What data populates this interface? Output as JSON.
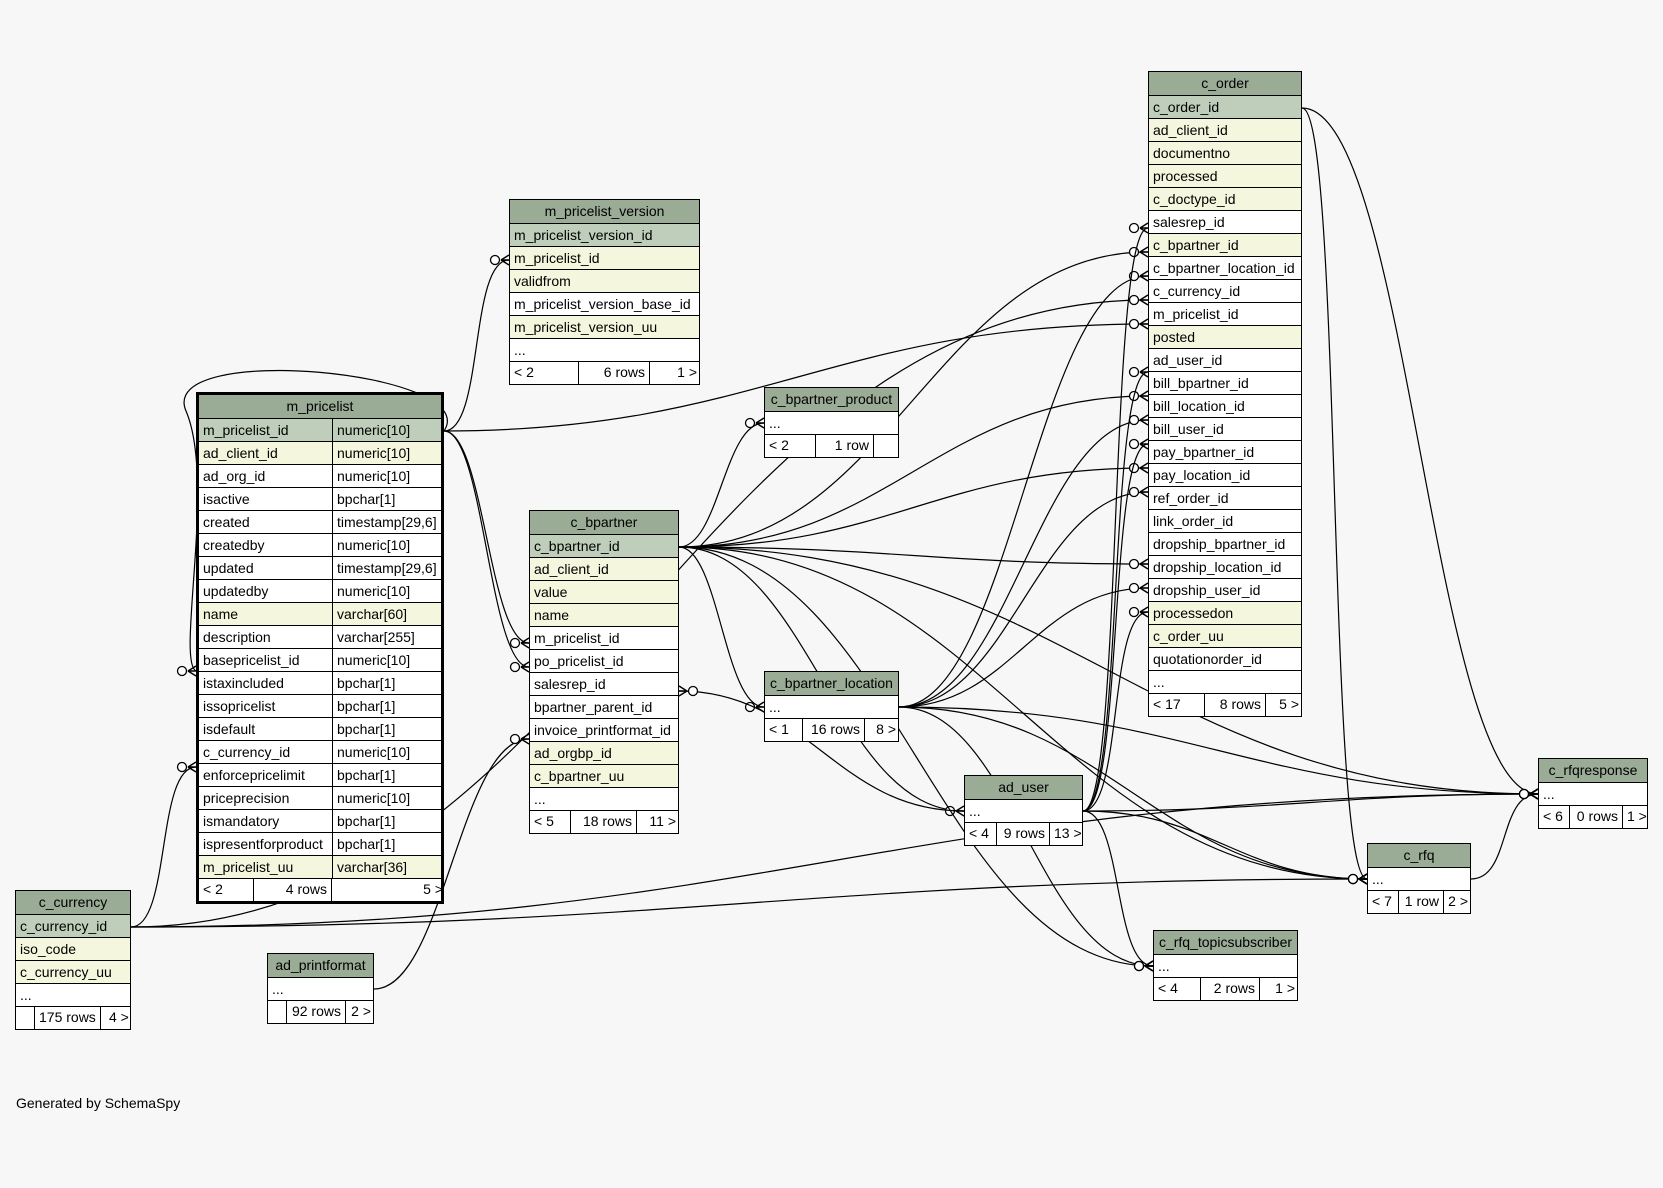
{
  "footer_text": "Generated by SchemaSpy",
  "tables": [
    {
      "id": "m_pricelist",
      "name": "m_pricelist",
      "focus": true,
      "columns": [
        {
          "name": "m_pricelist_id",
          "type": "numeric[10]",
          "kind": "pk"
        },
        {
          "name": "ad_client_id",
          "type": "numeric[10]",
          "kind": "idx"
        },
        {
          "name": "ad_org_id",
          "type": "numeric[10]",
          "kind": "plain"
        },
        {
          "name": "isactive",
          "type": "bpchar[1]",
          "kind": "plain"
        },
        {
          "name": "created",
          "type": "timestamp[29,6]",
          "kind": "plain"
        },
        {
          "name": "createdby",
          "type": "numeric[10]",
          "kind": "plain"
        },
        {
          "name": "updated",
          "type": "timestamp[29,6]",
          "kind": "plain"
        },
        {
          "name": "updatedby",
          "type": "numeric[10]",
          "kind": "plain"
        },
        {
          "name": "name",
          "type": "varchar[60]",
          "kind": "idx"
        },
        {
          "name": "description",
          "type": "varchar[255]",
          "kind": "plain"
        },
        {
          "name": "basepricelist_id",
          "type": "numeric[10]",
          "kind": "plain"
        },
        {
          "name": "istaxincluded",
          "type": "bpchar[1]",
          "kind": "plain"
        },
        {
          "name": "issopricelist",
          "type": "bpchar[1]",
          "kind": "plain"
        },
        {
          "name": "isdefault",
          "type": "bpchar[1]",
          "kind": "plain"
        },
        {
          "name": "c_currency_id",
          "type": "numeric[10]",
          "kind": "plain"
        },
        {
          "name": "enforcepricelimit",
          "type": "bpchar[1]",
          "kind": "plain"
        },
        {
          "name": "priceprecision",
          "type": "numeric[10]",
          "kind": "plain"
        },
        {
          "name": "ismandatory",
          "type": "bpchar[1]",
          "kind": "plain"
        },
        {
          "name": "ispresentforproduct",
          "type": "bpchar[1]",
          "kind": "plain"
        },
        {
          "name": "m_pricelist_uu",
          "type": "varchar[36]",
          "kind": "idx"
        }
      ],
      "footer": [
        "< 2",
        "4 rows",
        "5 >"
      ]
    },
    {
      "id": "m_pricelist_version",
      "name": "m_pricelist_version",
      "columns": [
        {
          "name": "m_pricelist_version_id",
          "kind": "pk"
        },
        {
          "name": "m_pricelist_id",
          "kind": "idx"
        },
        {
          "name": "validfrom",
          "kind": "idx"
        },
        {
          "name": "m_pricelist_version_base_id",
          "kind": "plain"
        },
        {
          "name": "m_pricelist_version_uu",
          "kind": "idx"
        },
        {
          "name": "...",
          "kind": "plain"
        }
      ],
      "footer": [
        "< 2",
        "6 rows",
        "1 >"
      ]
    },
    {
      "id": "c_bpartner",
      "name": "c_bpartner",
      "columns": [
        {
          "name": "c_bpartner_id",
          "kind": "pk"
        },
        {
          "name": "ad_client_id",
          "kind": "idx"
        },
        {
          "name": "value",
          "kind": "idx"
        },
        {
          "name": "name",
          "kind": "idx"
        },
        {
          "name": "m_pricelist_id",
          "kind": "plain"
        },
        {
          "name": "po_pricelist_id",
          "kind": "plain"
        },
        {
          "name": "salesrep_id",
          "kind": "plain"
        },
        {
          "name": "bpartner_parent_id",
          "kind": "plain"
        },
        {
          "name": "invoice_printformat_id",
          "kind": "plain"
        },
        {
          "name": "ad_orgbp_id",
          "kind": "idx"
        },
        {
          "name": "c_bpartner_uu",
          "kind": "idx"
        },
        {
          "name": "...",
          "kind": "plain"
        }
      ],
      "footer": [
        "< 5",
        "18 rows",
        "11 >"
      ]
    },
    {
      "id": "c_bpartner_product",
      "name": "c_bpartner_product",
      "columns": [
        {
          "name": "...",
          "kind": "plain"
        }
      ],
      "footer": [
        "< 2",
        "1 row",
        ""
      ]
    },
    {
      "id": "c_bpartner_location",
      "name": "c_bpartner_location",
      "columns": [
        {
          "name": "...",
          "kind": "plain"
        }
      ],
      "footer": [
        "< 1",
        "16 rows",
        "8 >"
      ]
    },
    {
      "id": "ad_user",
      "name": "ad_user",
      "columns": [
        {
          "name": "...",
          "kind": "plain"
        }
      ],
      "footer": [
        "< 4",
        "9 rows",
        "13 >"
      ]
    },
    {
      "id": "c_order",
      "name": "c_order",
      "columns": [
        {
          "name": "c_order_id",
          "kind": "pk"
        },
        {
          "name": "ad_client_id",
          "kind": "idx"
        },
        {
          "name": "documentno",
          "kind": "idx"
        },
        {
          "name": "processed",
          "kind": "idx"
        },
        {
          "name": "c_doctype_id",
          "kind": "idx"
        },
        {
          "name": "salesrep_id",
          "kind": "plain"
        },
        {
          "name": "c_bpartner_id",
          "kind": "idx"
        },
        {
          "name": "c_bpartner_location_id",
          "kind": "plain"
        },
        {
          "name": "c_currency_id",
          "kind": "plain"
        },
        {
          "name": "m_pricelist_id",
          "kind": "plain"
        },
        {
          "name": "posted",
          "kind": "idx"
        },
        {
          "name": "ad_user_id",
          "kind": "plain"
        },
        {
          "name": "bill_bpartner_id",
          "kind": "plain"
        },
        {
          "name": "bill_location_id",
          "kind": "plain"
        },
        {
          "name": "bill_user_id",
          "kind": "plain"
        },
        {
          "name": "pay_bpartner_id",
          "kind": "plain"
        },
        {
          "name": "pay_location_id",
          "kind": "plain"
        },
        {
          "name": "ref_order_id",
          "kind": "plain"
        },
        {
          "name": "link_order_id",
          "kind": "plain"
        },
        {
          "name": "dropship_bpartner_id",
          "kind": "plain"
        },
        {
          "name": "dropship_location_id",
          "kind": "plain"
        },
        {
          "name": "dropship_user_id",
          "kind": "plain"
        },
        {
          "name": "processedon",
          "kind": "idx"
        },
        {
          "name": "c_order_uu",
          "kind": "idx"
        },
        {
          "name": "quotationorder_id",
          "kind": "plain"
        },
        {
          "name": "...",
          "kind": "plain"
        }
      ],
      "footer": [
        "< 17",
        "8 rows",
        "5 >"
      ]
    },
    {
      "id": "c_rfqresponse",
      "name": "c_rfqresponse",
      "columns": [
        {
          "name": "...",
          "kind": "plain"
        }
      ],
      "footer": [
        "< 6",
        "0 rows",
        "1 >"
      ]
    },
    {
      "id": "c_rfq",
      "name": "c_rfq",
      "columns": [
        {
          "name": "...",
          "kind": "plain"
        }
      ],
      "footer": [
        "< 7",
        "1 row",
        "2 >"
      ]
    },
    {
      "id": "c_rfq_topicsubscriber",
      "name": "c_rfq_topicsubscriber",
      "columns": [
        {
          "name": "...",
          "kind": "plain"
        }
      ],
      "footer": [
        "< 4",
        "2 rows",
        "1 >"
      ]
    },
    {
      "id": "c_currency",
      "name": "c_currency",
      "columns": [
        {
          "name": "c_currency_id",
          "kind": "pk"
        },
        {
          "name": "iso_code",
          "kind": "idx"
        },
        {
          "name": "c_currency_uu",
          "kind": "idx"
        },
        {
          "name": "...",
          "kind": "plain"
        }
      ],
      "footer": [
        "",
        "175 rows",
        "4 >"
      ]
    },
    {
      "id": "ad_printformat",
      "name": "ad_printformat",
      "columns": [
        {
          "name": "...",
          "kind": "plain"
        }
      ],
      "footer": [
        "",
        "92 rows",
        "2 >"
      ]
    }
  ],
  "relationships": [
    {
      "from": "m_pricelist.m_pricelist_id",
      "to": "m_pricelist_version.m_pricelist_id"
    },
    {
      "from": "m_pricelist.m_pricelist_id",
      "to": "m_pricelist.basepricelist_id"
    },
    {
      "from": "m_pricelist.m_pricelist_id",
      "to": "c_bpartner.m_pricelist_id"
    },
    {
      "from": "m_pricelist.m_pricelist_id",
      "to": "c_bpartner.po_pricelist_id"
    },
    {
      "from": "m_pricelist.m_pricelist_id",
      "to": "c_order.m_pricelist_id"
    },
    {
      "from": "c_currency.c_currency_id",
      "to": "m_pricelist.c_currency_id"
    },
    {
      "from": "c_currency.c_currency_id",
      "to": "c_order.c_currency_id"
    },
    {
      "from": "c_currency.c_currency_id",
      "to": "c_rfq"
    },
    {
      "from": "c_currency.c_currency_id",
      "to": "c_rfqresponse"
    },
    {
      "from": "ad_printformat",
      "to": "c_bpartner.invoice_printformat_id"
    },
    {
      "from": "c_bpartner.c_bpartner_id",
      "to": "c_bpartner_product"
    },
    {
      "from": "c_bpartner.c_bpartner_id",
      "to": "c_bpartner_location"
    },
    {
      "from": "c_bpartner.c_bpartner_id",
      "to": "ad_user"
    },
    {
      "from": "c_bpartner.c_bpartner_id",
      "to": "c_order.c_bpartner_id"
    },
    {
      "from": "c_bpartner.c_bpartner_id",
      "to": "c_order.bill_bpartner_id"
    },
    {
      "from": "c_bpartner.c_bpartner_id",
      "to": "c_order.pay_bpartner_id"
    },
    {
      "from": "c_bpartner.c_bpartner_id",
      "to": "c_order.dropship_bpartner_id"
    },
    {
      "from": "c_bpartner.c_bpartner_id",
      "to": "c_rfq"
    },
    {
      "from": "c_bpartner.c_bpartner_id",
      "to": "c_rfq_topicsubscriber"
    },
    {
      "from": "c_bpartner.c_bpartner_id",
      "to": "c_rfqresponse"
    },
    {
      "from": "c_bpartner_location",
      "to": "c_order.c_bpartner_location_id"
    },
    {
      "from": "c_bpartner_location",
      "to": "c_order.bill_location_id"
    },
    {
      "from": "c_bpartner_location",
      "to": "c_order.pay_location_id"
    },
    {
      "from": "c_bpartner_location",
      "to": "c_order.dropship_location_id"
    },
    {
      "from": "c_bpartner_location",
      "to": "c_rfq"
    },
    {
      "from": "c_bpartner_location",
      "to": "c_rfq_topicsubscriber"
    },
    {
      "from": "c_bpartner_location",
      "to": "c_rfqresponse"
    },
    {
      "from": "ad_user",
      "to": "c_bpartner.salesrep_id"
    },
    {
      "from": "ad_user",
      "to": "c_order.salesrep_id"
    },
    {
      "from": "ad_user",
      "to": "c_order.ad_user_id"
    },
    {
      "from": "ad_user",
      "to": "c_order.bill_user_id"
    },
    {
      "from": "ad_user",
      "to": "c_order.dropship_user_id"
    },
    {
      "from": "ad_user",
      "to": "c_rfq"
    },
    {
      "from": "ad_user",
      "to": "c_rfq_topicsubscriber"
    },
    {
      "from": "ad_user",
      "to": "c_rfqresponse"
    },
    {
      "from": "c_order.c_order_id",
      "to": "c_rfq"
    },
    {
      "from": "c_order.c_order_id",
      "to": "c_rfqresponse"
    },
    {
      "from": "c_rfq",
      "to": "c_rfqresponse"
    }
  ]
}
